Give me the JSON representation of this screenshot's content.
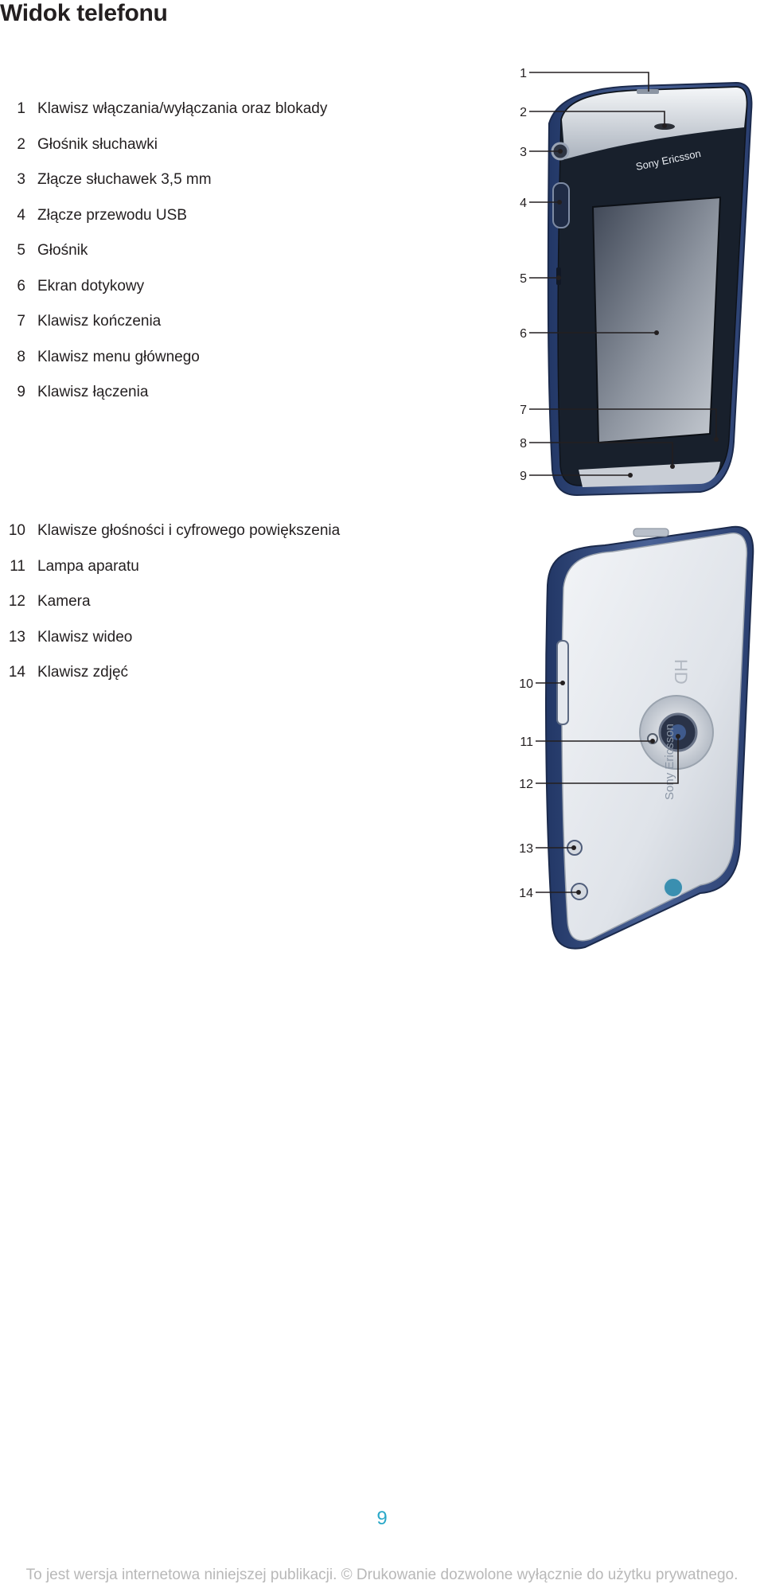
{
  "page": {
    "title": "Widok telefonu",
    "page_number": "9",
    "footer": "To jest wersja internetowa niniejszej publikacji. © Drukowanie dozwolone wyłącznie do użytku prywatnego."
  },
  "front_parts": [
    {
      "num": "1",
      "label": "Klawisz włączania/wyłączania oraz blokady"
    },
    {
      "num": "2",
      "label": "Głośnik słuchawki"
    },
    {
      "num": "3",
      "label": "Złącze słuchawek 3,5 mm"
    },
    {
      "num": "4",
      "label": "Złącze przewodu USB"
    },
    {
      "num": "5",
      "label": "Głośnik"
    },
    {
      "num": "6",
      "label": "Ekran dotykowy"
    },
    {
      "num": "7",
      "label": "Klawisz kończenia"
    },
    {
      "num": "8",
      "label": "Klawisz menu głównego"
    },
    {
      "num": "9",
      "label": "Klawisz łączenia"
    }
  ],
  "back_parts": [
    {
      "num": "10",
      "label": "Klawisze głośności i cyfrowego powiększenia"
    },
    {
      "num": "11",
      "label": "Lampa aparatu"
    },
    {
      "num": "12",
      "label": "Kamera"
    },
    {
      "num": "13",
      "label": "Klawisz wideo"
    },
    {
      "num": "14",
      "label": "Klawisz zdjęć"
    }
  ],
  "illustrations": {
    "front_brand": "Sony Ericsson",
    "back_brand": "Sony Ericsson",
    "back_badge": "HD"
  }
}
